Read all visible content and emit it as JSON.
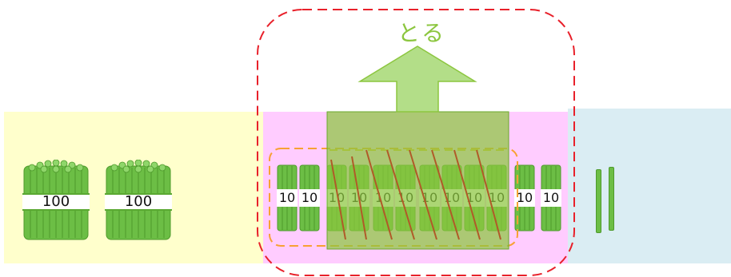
{
  "diagram": {
    "action_label": "とる",
    "hundreds": [
      {
        "label": "100"
      },
      {
        "label": "100"
      }
    ],
    "tens": [
      {
        "label": "10",
        "taken": false
      },
      {
        "label": "10",
        "taken": false
      },
      {
        "label": "10",
        "taken": true
      },
      {
        "label": "10",
        "taken": true
      },
      {
        "label": "10",
        "taken": true
      },
      {
        "label": "10",
        "taken": true
      },
      {
        "label": "10",
        "taken": true
      },
      {
        "label": "10",
        "taken": true
      },
      {
        "label": "10",
        "taken": true
      },
      {
        "label": "10",
        "taken": true
      },
      {
        "label": "10",
        "taken": false
      },
      {
        "label": "10",
        "taken": false
      }
    ],
    "ones_count": 2,
    "colors": {
      "hundreds_region": "#ffffcc",
      "tens_region": "#ffccff",
      "ones_region": "#daedf3",
      "stick_green": "#6cbe45",
      "arrow_green": "#8cc63f",
      "dashed_red": "#e8202a",
      "dashed_orange": "#f7a133",
      "strike_brown": "#b05a28"
    }
  }
}
